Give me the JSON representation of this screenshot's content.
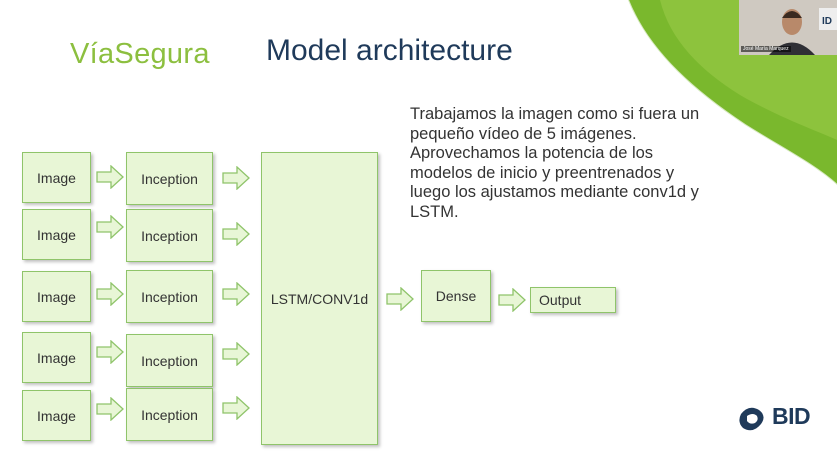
{
  "slide": {
    "brand": "VíaSegura",
    "title": "Model architecture",
    "description": "Trabajamos la imagen como si fuera un pequeño vídeo de 5 imágenes. Aprovechamos la potencia de los modelos de inicio y preentrenados y luego los ajustamos mediante conv1d y LSTM."
  },
  "diagram": {
    "rows": [
      {
        "input": "Image",
        "model": "Inception"
      },
      {
        "input": "Image",
        "model": "Inception"
      },
      {
        "input": "Image",
        "model": "Inception"
      },
      {
        "input": "Image",
        "model": "Inception"
      },
      {
        "input": "Image",
        "model": "Inception"
      }
    ],
    "core": "LSTM/CONV1d",
    "dense": "Dense",
    "output": "Output"
  },
  "video": {
    "participant_name": "José María Marquez"
  },
  "logo": {
    "text": "BID"
  },
  "colors": {
    "brand_green": "#8cbf3f",
    "title_navy": "#1f3a5a",
    "box_fill": "#e8f6d6",
    "box_border": "#8fc46a"
  }
}
